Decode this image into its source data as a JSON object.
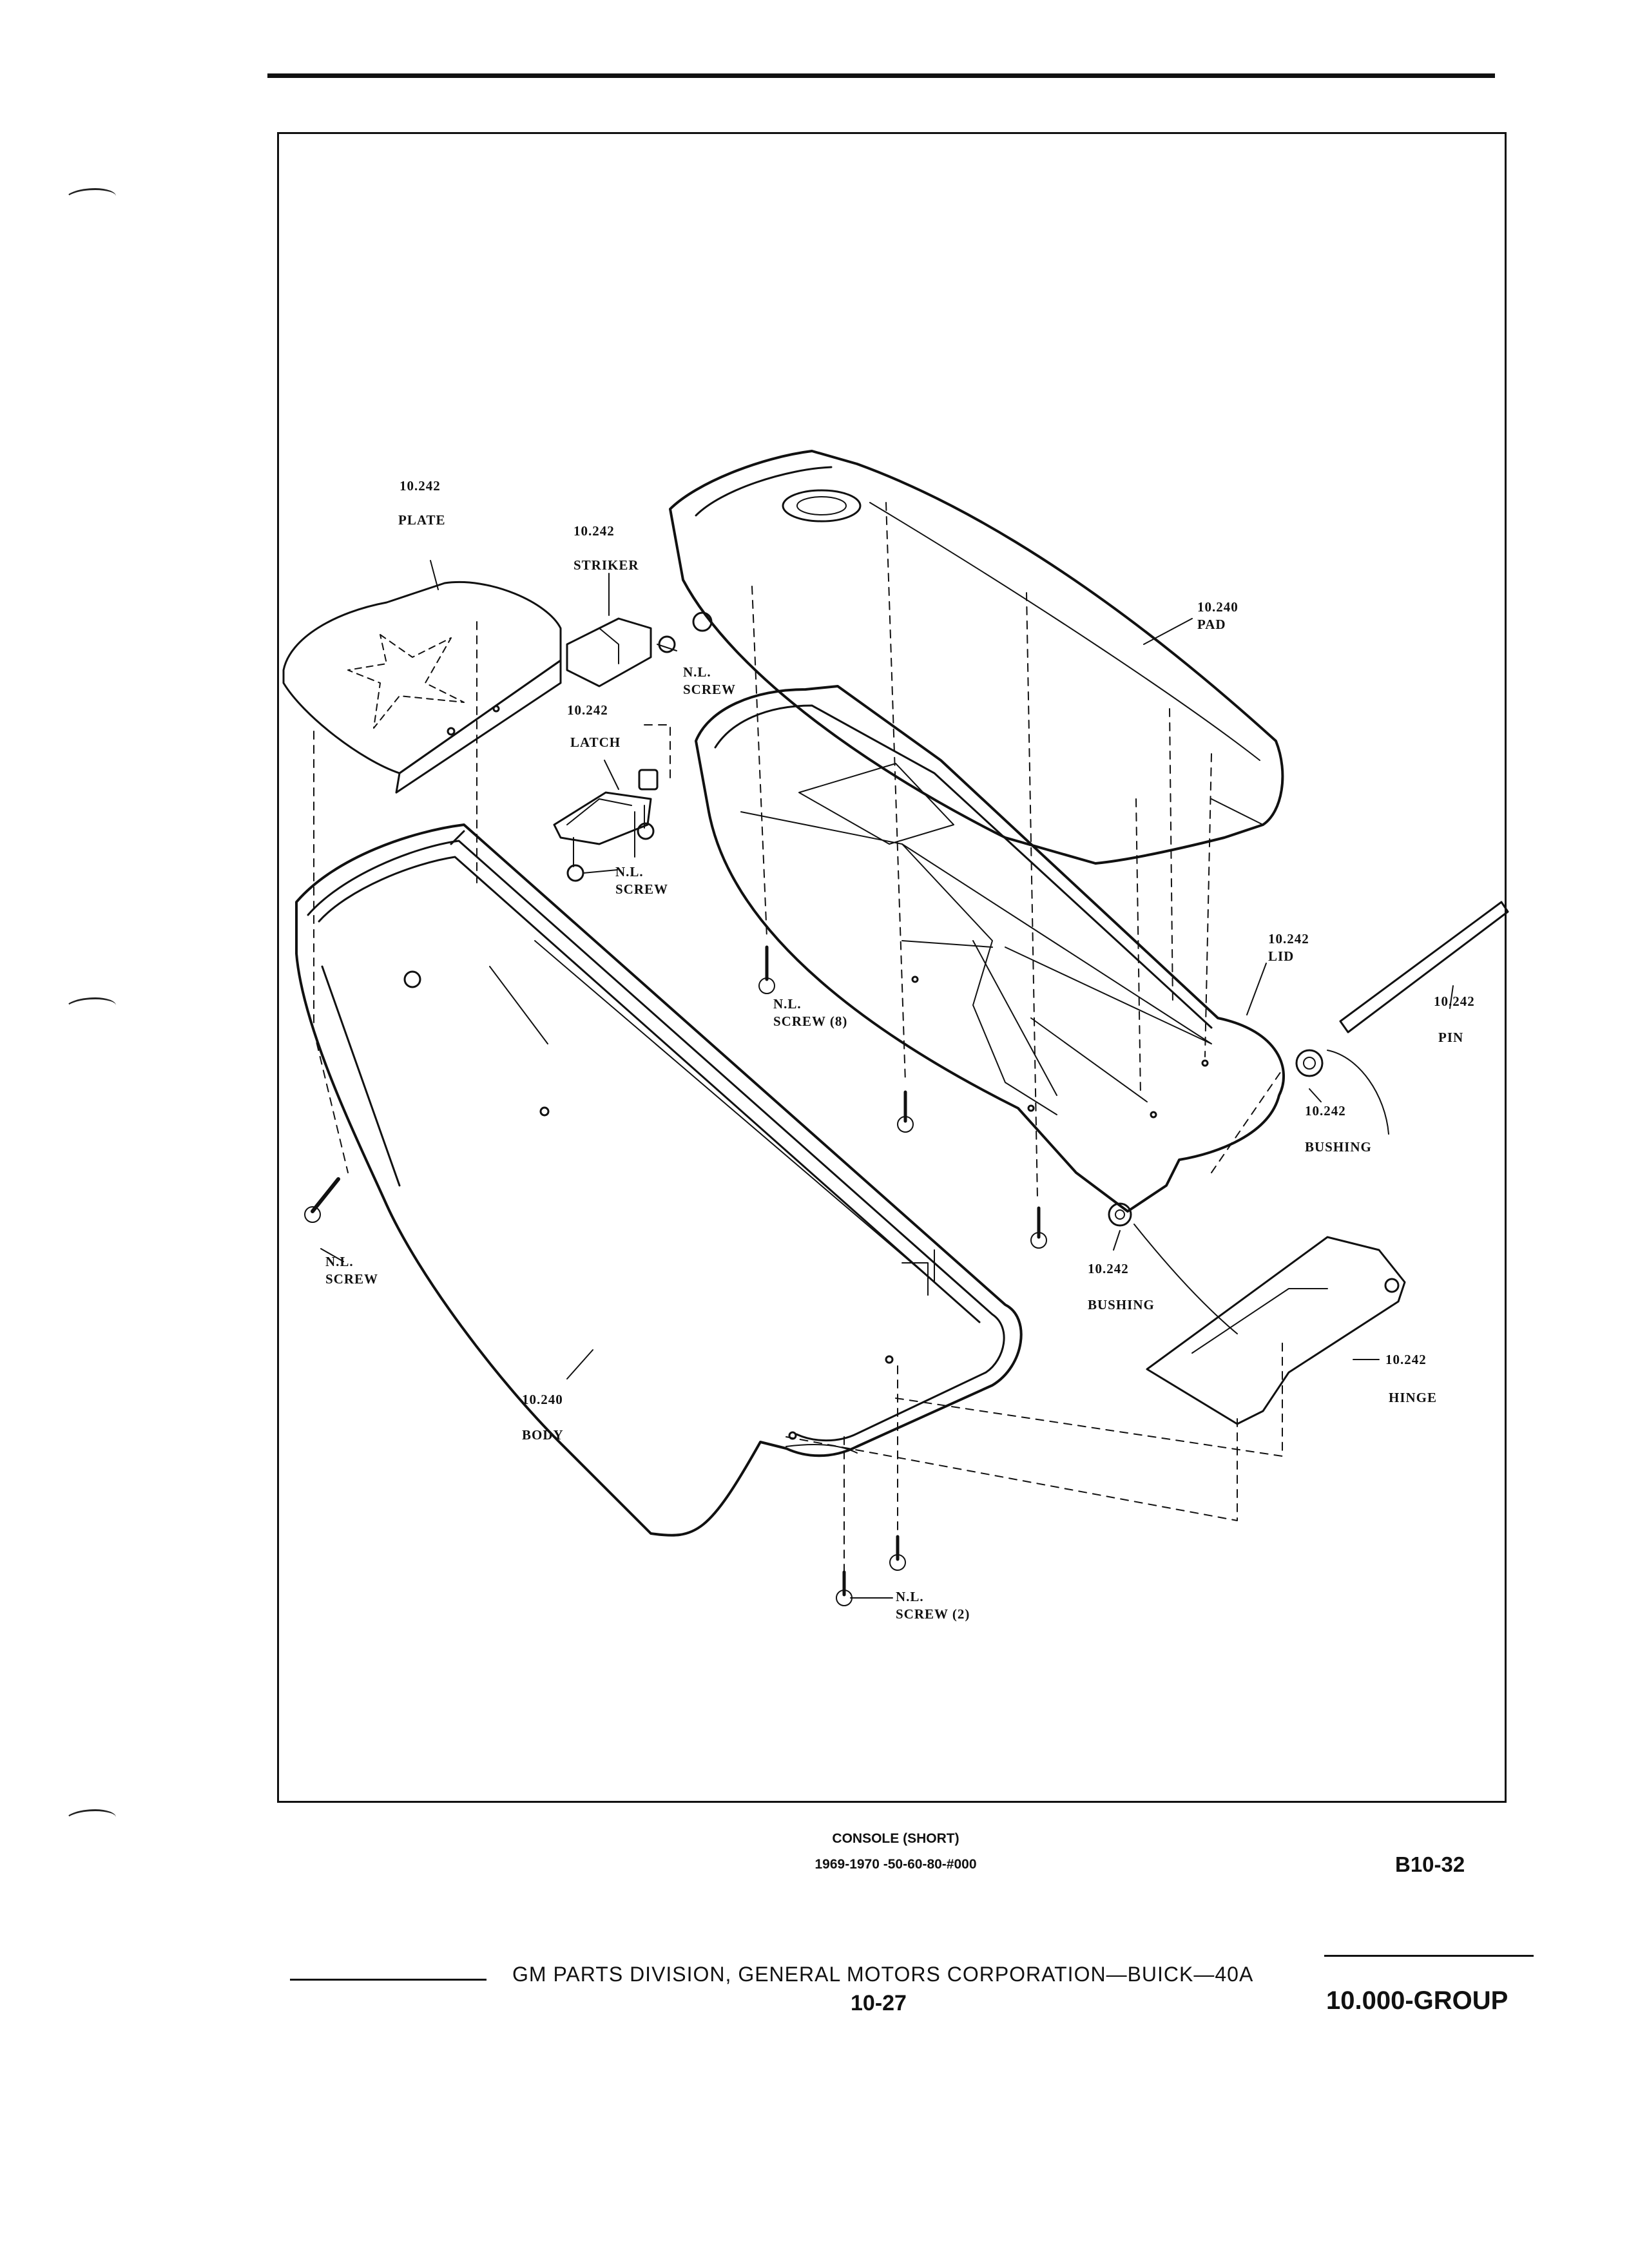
{
  "diagram": {
    "callouts": [
      {
        "id": "plate",
        "num": "10.242",
        "name": "PLATE"
      },
      {
        "id": "striker",
        "num": "10.242",
        "name": "STRIKER"
      },
      {
        "id": "striker-screw",
        "name": "N.L.\nSCREW"
      },
      {
        "id": "latch",
        "num": "10.242",
        "name": "LATCH"
      },
      {
        "id": "latch-screw",
        "name": "N.L.\nSCREW"
      },
      {
        "id": "pad",
        "num": "10.240",
        "name": "PAD"
      },
      {
        "id": "lid-screw",
        "name": "N.L.\nSCREW (8)"
      },
      {
        "id": "lid",
        "num": "10.242",
        "name": "LID"
      },
      {
        "id": "pin",
        "num": "10.242",
        "name": "PIN"
      },
      {
        "id": "bushing-right",
        "num": "10.242",
        "name": "BUSHING"
      },
      {
        "id": "bushing-left",
        "num": "10.242",
        "name": "BUSHING"
      },
      {
        "id": "hinge",
        "num": "10.242",
        "name": "HINGE"
      },
      {
        "id": "body-screw",
        "name": "N.L.\nSCREW"
      },
      {
        "id": "body",
        "num": "10.240",
        "name": "BODY"
      },
      {
        "id": "bottom-screw",
        "name": "N.L.\nSCREW (2)"
      }
    ]
  },
  "caption": {
    "title": "CONSOLE (SHORT)",
    "models": "1969-1970 -50-60-80-#000",
    "plate_code": "B10-32"
  },
  "footer": {
    "publisher": "GM PARTS DIVISION, GENERAL MOTORS CORPORATION—BUICK—40A",
    "page_number": "10-27",
    "group": "10.000-GROUP"
  }
}
